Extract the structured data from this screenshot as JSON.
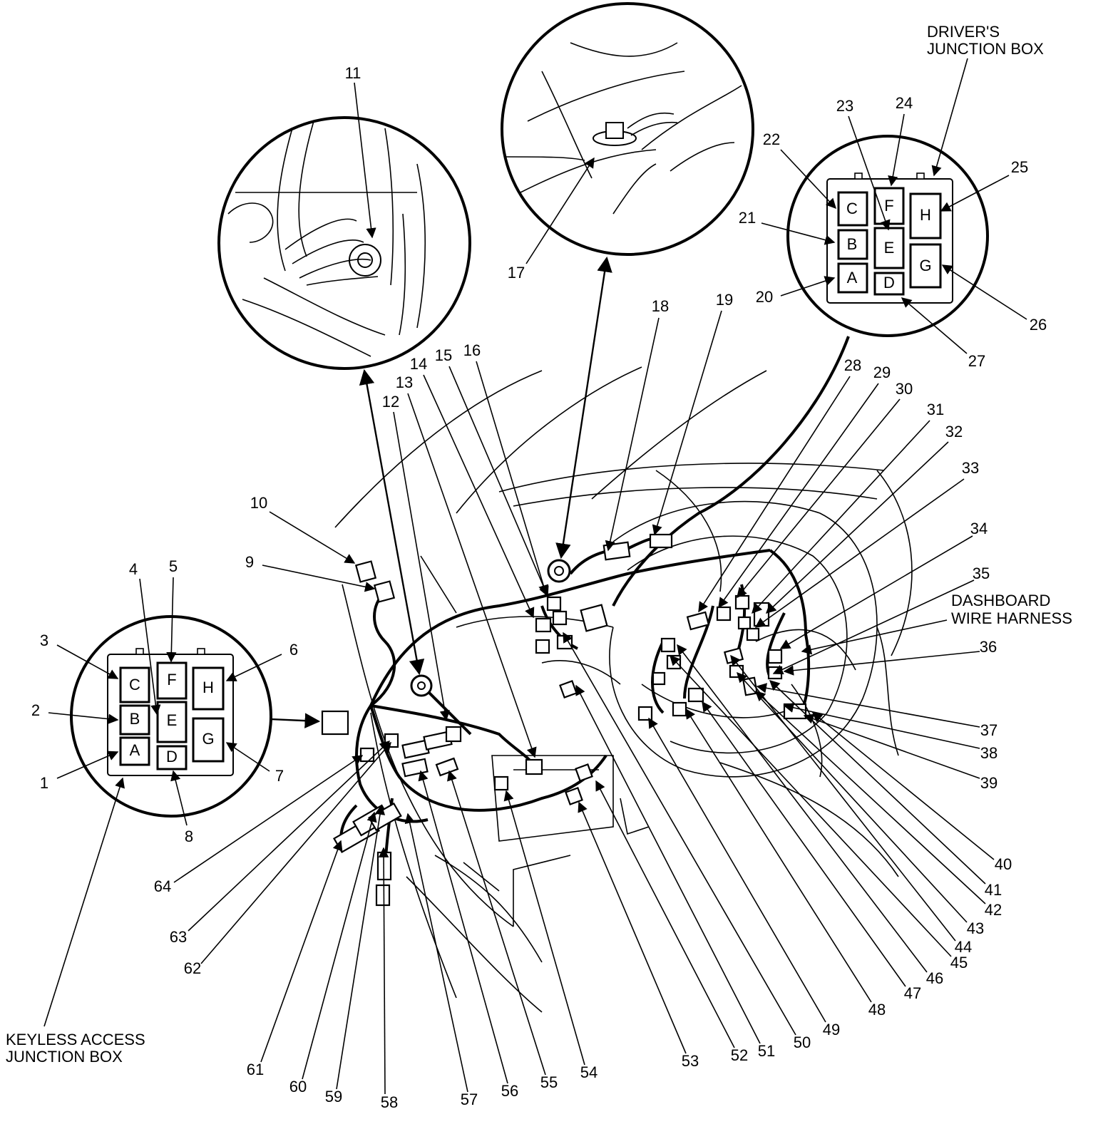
{
  "captions": {
    "drivers_box_line1": "DRIVER'S",
    "drivers_box_line2": "JUNCTION BOX",
    "keyless_box_line1": "KEYLESS ACCESS",
    "keyless_box_line2": "JUNCTION BOX",
    "harness_line1": "DASHBOARD",
    "harness_line2": "WIRE HARNESS"
  },
  "keyless_box_fuses": [
    "A",
    "B",
    "C",
    "D",
    "E",
    "F",
    "G",
    "H"
  ],
  "drivers_box_fuses": [
    "A",
    "B",
    "C",
    "D",
    "E",
    "F",
    "G",
    "H"
  ],
  "callouts": [
    "1",
    "2",
    "3",
    "4",
    "5",
    "6",
    "7",
    "8",
    "9",
    "10",
    "11",
    "12",
    "13",
    "14",
    "15",
    "16",
    "17",
    "18",
    "19",
    "20",
    "21",
    "22",
    "23",
    "24",
    "25",
    "26",
    "27",
    "28",
    "29",
    "30",
    "31",
    "32",
    "33",
    "34",
    "35",
    "36",
    "37",
    "38",
    "39",
    "40",
    "41",
    "42",
    "43",
    "44",
    "45",
    "46",
    "47",
    "48",
    "49",
    "50",
    "51",
    "52",
    "53",
    "54",
    "55",
    "56",
    "57",
    "58",
    "59",
    "60",
    "61",
    "62",
    "63",
    "64"
  ]
}
